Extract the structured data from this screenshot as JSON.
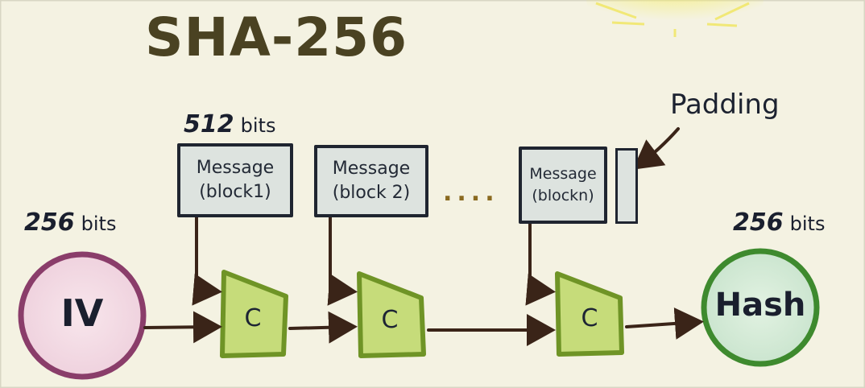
{
  "title": "SHA-256",
  "block_size": {
    "num": "512",
    "unit": "bits"
  },
  "iv_size": {
    "num": "256",
    "unit": "bits"
  },
  "hash_size": {
    "num": "256",
    "unit": "bits"
  },
  "iv_label": "IV",
  "hash_label": "Hash",
  "padding_label": "Padding",
  "ellipsis": "....",
  "message_blocks": [
    {
      "line1": "Message",
      "line2": "(block1)"
    },
    {
      "line1": "Message",
      "line2": "(block 2)"
    },
    {
      "line1": "Message",
      "line2": "(blockn)"
    }
  ],
  "compression_label": "C",
  "colors": {
    "paper": "#f4f2e2",
    "iv_ring": "#8a3d6a",
    "iv_fill": "#f3dfe6",
    "hash_ring": "#3e8a2e",
    "hash_fill": "#d6ecd8",
    "c_fill": "#c6dc7a",
    "c_stroke": "#6f9426",
    "ink": "#1f2530",
    "arrow": "#3a2418",
    "sun": "#f3ec6a"
  }
}
